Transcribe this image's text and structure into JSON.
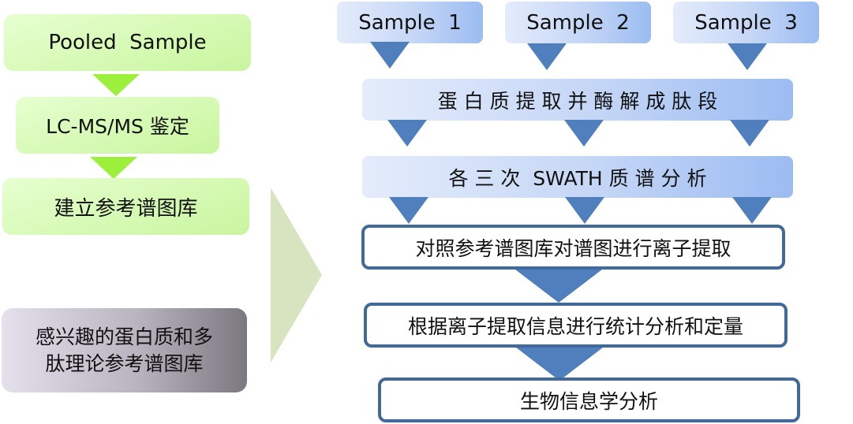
{
  "left_flow": {
    "pooled_sample": "Pooled  Sample",
    "lcms_identify": "LC-MS/MS 鉴定",
    "build_library": "建立参考谱图库",
    "theoretical_library_line1": "感兴趣的蛋白质和多",
    "theoretical_library_line2": "肽理论参考谱图库"
  },
  "right_flow": {
    "samples": [
      "Sample  1",
      "Sample  2",
      "Sample  3"
    ],
    "protein_extraction": "蛋 白 质 提 取 并 酶 解 成 肽 段",
    "swath_analysis": "各 三 次  SWATH 质 谱 分 析",
    "ion_extraction": "对照参考谱图库对谱图进行离子提取",
    "statistics_quant": "根据离子提取信息进行统计分析和定量",
    "bioinformatics": "生物信息学分析"
  },
  "colors": {
    "green_box": "#c9f59e",
    "green_arrow": "#9cf03c",
    "blue_box": "#c4d6f6",
    "blue_arrow": "#4f80bd",
    "outline_border": "#41699a",
    "big_arrow": "#d8e4bf",
    "gray_box": "#b9b4c0"
  }
}
